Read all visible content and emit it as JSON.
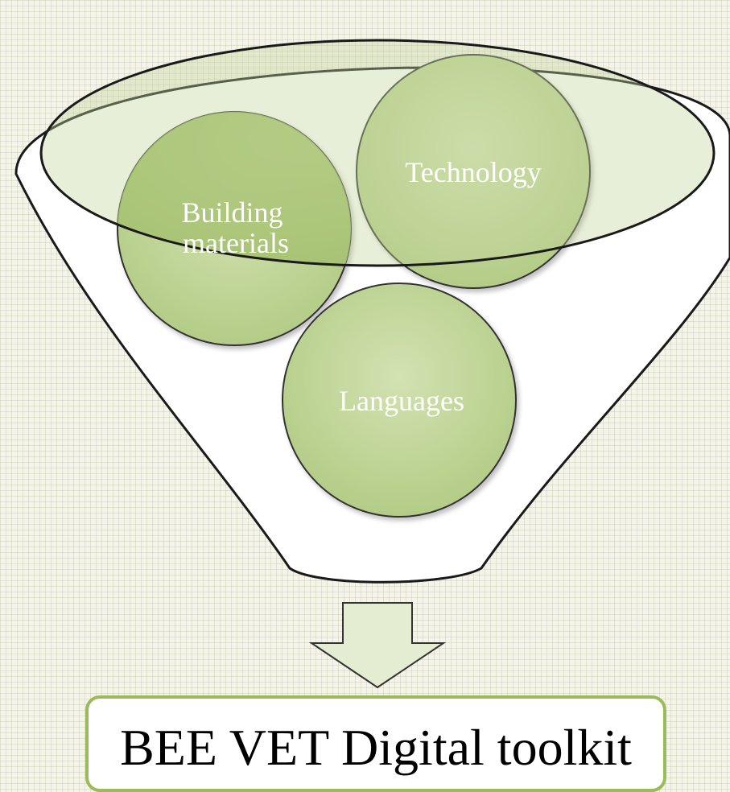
{
  "diagram": {
    "circles": [
      {
        "label_lines": [
          "Technology"
        ]
      },
      {
        "label_lines": [
          "Building",
          "materials"
        ]
      },
      {
        "label_lines": [
          "Languages"
        ]
      }
    ],
    "output": {
      "label": "BEE VET Digital toolkit"
    }
  },
  "colors": {
    "circle_fill": "#c3d69b",
    "circle_fill_dark": "#9bbb59",
    "funnel_fill": "#ffffff",
    "funnel_stroke": "#1a1a1a",
    "arrow_fill": "#e4ecd2",
    "box_border": "#9bbb59"
  }
}
